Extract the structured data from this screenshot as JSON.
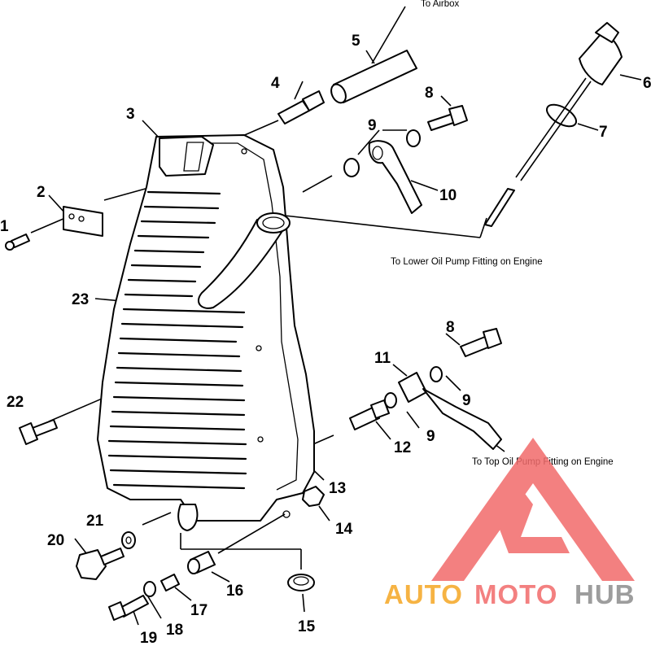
{
  "diagram": {
    "callouts": {
      "c1": "1",
      "c2": "2",
      "c3": "3",
      "c4": "4",
      "c5": "5",
      "c6": "6",
      "c7": "7",
      "c8a": "8",
      "c8b": "8",
      "c9a": "9",
      "c9b": "9",
      "c9c": "9",
      "c10": "10",
      "c11": "11",
      "c12": "12",
      "c13": "13",
      "c14": "14",
      "c15": "15",
      "c16": "16",
      "c17": "17",
      "c18": "18",
      "c19": "19",
      "c20": "20",
      "c21": "21",
      "c22": "22",
      "c23": "23"
    },
    "notes": {
      "airbox": "To Airbox",
      "lower_pump": "To Lower Oil Pump Fitting on Engine",
      "top_pump": "To Top Oil Pump Fitting on Engine"
    }
  },
  "watermark": {
    "part1": "AUTO",
    "part2": "MOTO",
    "part3": "HUB",
    "colors": {
      "orange": "#f5a623",
      "red": "#f26b6b",
      "gray": "#8c8c8c"
    }
  }
}
